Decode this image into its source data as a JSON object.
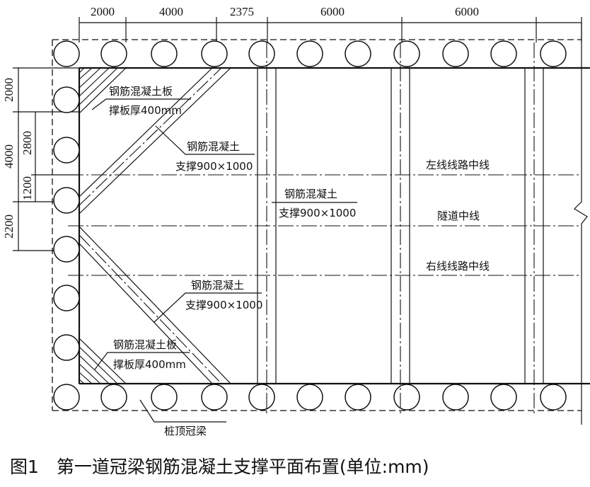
{
  "top_dimensions": [
    "2000",
    "4000",
    "2375",
    "6000",
    "6000"
  ],
  "left_dimensions": {
    "outer": [
      "2000",
      "4000",
      "2200"
    ],
    "inner": [
      "2800",
      "1200"
    ]
  },
  "labels": {
    "slab_top_1": "钢筋混凝土板",
    "slab_top_2": "撑板厚400mm",
    "strut_upper_1": "钢筋混凝土",
    "strut_upper_2": "支撑900×1000",
    "strut_mid_1": "钢筋混凝土",
    "strut_mid_2": "支撑900×1000",
    "strut_lower_1": "钢筋混凝土",
    "strut_lower_2": "支撑900×1000",
    "slab_bottom_1": "钢筋混凝土板",
    "slab_bottom_2": "撑板厚400mm",
    "left_line": "左线线路中线",
    "tunnel_line": "隧道中线",
    "right_line": "右线线路中线",
    "crown_beam": "桩顶冠梁"
  },
  "caption": "图1　第一道冠梁钢筋混凝土支撑平面布置(单位:mm)"
}
